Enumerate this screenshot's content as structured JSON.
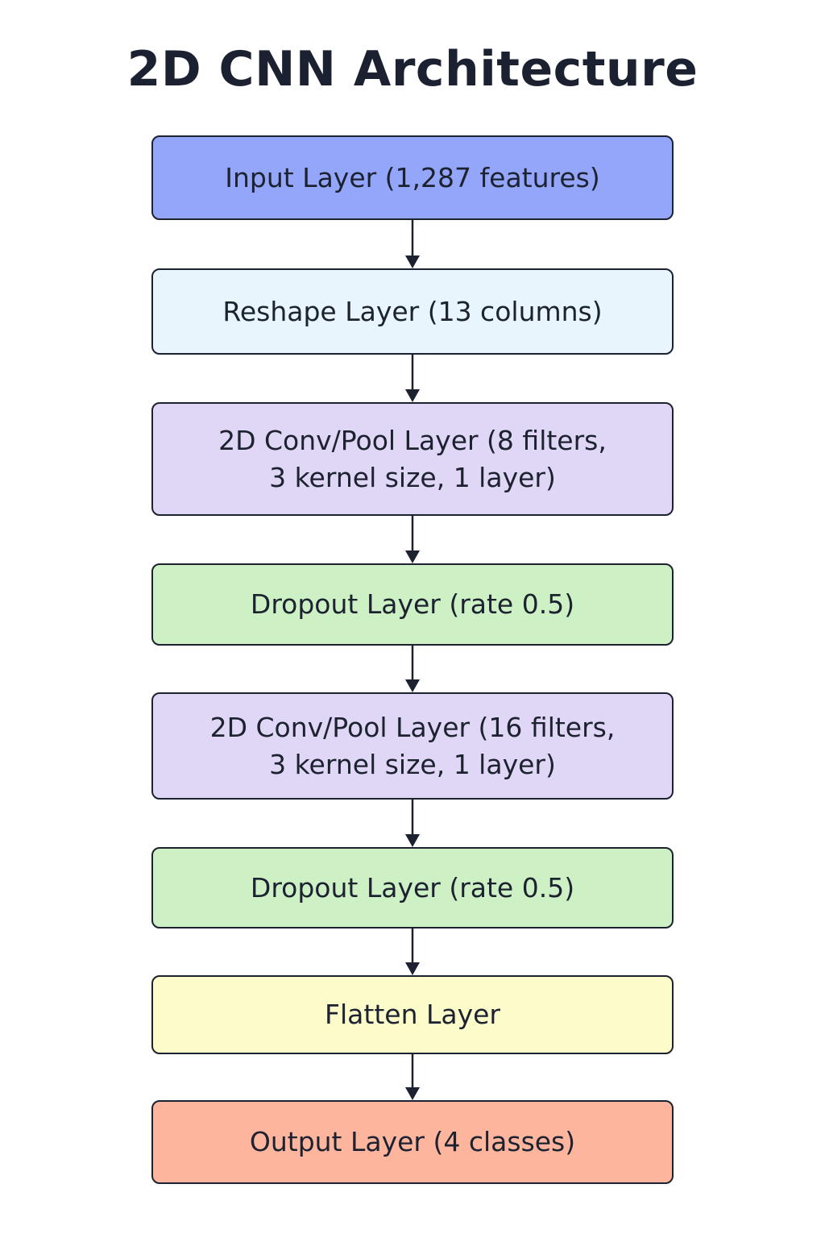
{
  "title": "2D CNN Architecture",
  "diagram": {
    "nodes": [
      {
        "id": "input",
        "label": "Input Layer (1,287 features)",
        "color": "#94a6f9"
      },
      {
        "id": "reshape",
        "label": "Reshape Layer (13 columns)",
        "color": "#e9f5fd"
      },
      {
        "id": "conv1",
        "label": "2D Conv/Pool Layer (8 filters,\n3 kernel size, 1 layer)",
        "color": "#e0d7f7"
      },
      {
        "id": "dropout1",
        "label": "Dropout Layer (rate 0.5)",
        "color": "#cdf0c4"
      },
      {
        "id": "conv2",
        "label": "2D Conv/Pool Layer (16 filters,\n3 kernel size, 1 layer)",
        "color": "#e0d7f7"
      },
      {
        "id": "dropout2",
        "label": "Dropout Layer (rate 0.5)",
        "color": "#cdf0c4"
      },
      {
        "id": "flatten",
        "label": "Flatten Layer",
        "color": "#fcfccb"
      },
      {
        "id": "output",
        "label": "Output Layer (4 classes)",
        "color": "#fdb59e"
      }
    ],
    "edges": [
      [
        "input",
        "reshape"
      ],
      [
        "reshape",
        "conv1"
      ],
      [
        "conv1",
        "dropout1"
      ],
      [
        "dropout1",
        "conv2"
      ],
      [
        "conv2",
        "dropout2"
      ],
      [
        "dropout2",
        "flatten"
      ],
      [
        "flatten",
        "output"
      ]
    ],
    "line_color": "#1c2230"
  }
}
